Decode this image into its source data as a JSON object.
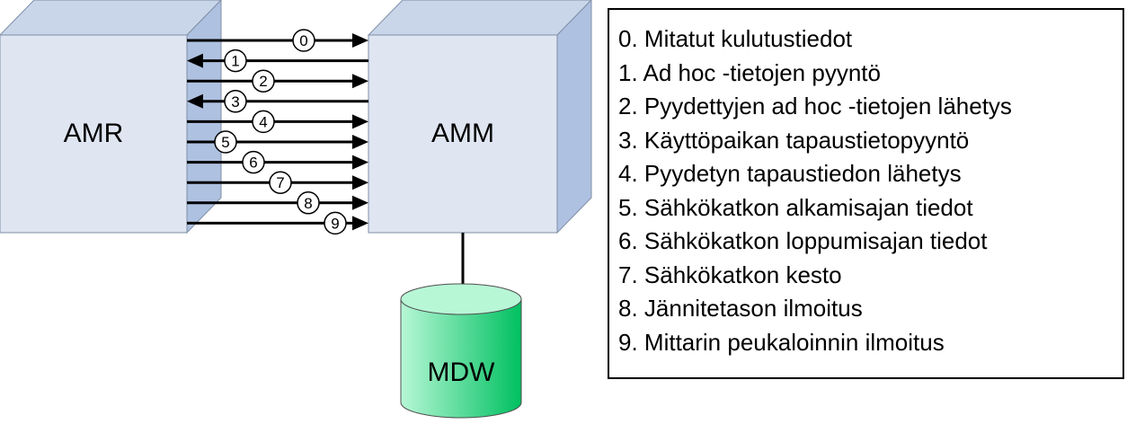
{
  "boxes": {
    "amr": "AMR",
    "amm": "AMM",
    "mdw": "MDW"
  },
  "colors": {
    "cube_front": "#dfe6f2",
    "cube_side": "#aec1e0",
    "cube_top": "#c9d6ea",
    "cylinder_light": "#b7f7d6",
    "cylinder_dark": "#00c060",
    "line": "#000000"
  },
  "arrows": [
    {
      "label": "0",
      "direction": "to-amm"
    },
    {
      "label": "1",
      "direction": "to-amr"
    },
    {
      "label": "2",
      "direction": "to-amm"
    },
    {
      "label": "3",
      "direction": "to-amr"
    },
    {
      "label": "4",
      "direction": "to-amm"
    },
    {
      "label": "5",
      "direction": "to-amm"
    },
    {
      "label": "6",
      "direction": "to-amm"
    },
    {
      "label": "7",
      "direction": "to-amm"
    },
    {
      "label": "8",
      "direction": "to-amm"
    },
    {
      "label": "9",
      "direction": "to-amm"
    }
  ],
  "legend": [
    "0.  Mitatut kulutustiedot",
    "1.  Ad hoc -tietojen pyyntö",
    "2.  Pyydettyjen ad hoc -tietojen lähetys",
    "3.  Käyttöpaikan tapaustietopyyntö",
    "4.  Pyydetyn tapaustiedon lähetys",
    "5.  Sähkökatkon alkamisajan tiedot",
    "6.  Sähkökatkon loppumisajan tiedot",
    "7.  Sähkökatkon kesto",
    "8.  Jännitetason ilmoitus",
    "9.  Mittarin peukaloinnin ilmoitus"
  ]
}
